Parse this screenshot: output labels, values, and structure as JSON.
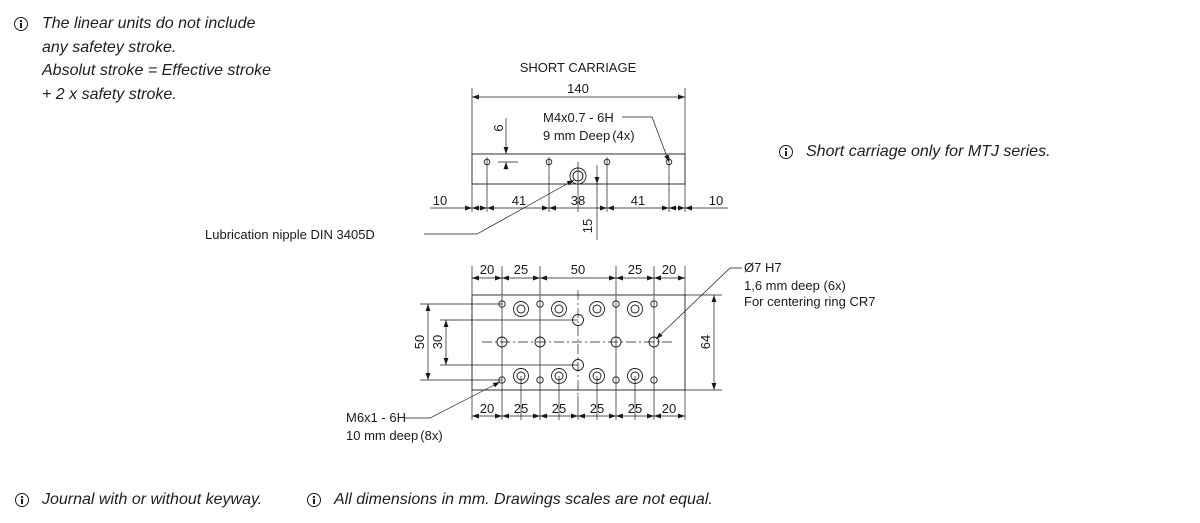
{
  "notes": {
    "safety_stroke": [
      "The linear units do not include",
      "any safetey stroke.",
      "Absolut stroke = Effective stroke",
      "+ 2 x safety stroke."
    ],
    "short_carriage": "Short carriage only for MTJ series.",
    "journal": "Journal with or without keyway.",
    "dimensions": "All dimensions in mm. Drawings scales are not equal."
  },
  "icons": {
    "info": "info-icon"
  },
  "side_view": {
    "title": "SHORT CARRIAGE",
    "overall_length": "140",
    "hole_callout": [
      "M4x0.7 - 6H",
      "9 mm Deep",
      "(4x)"
    ],
    "hole_depth": "6",
    "bottom_dims": [
      "10",
      "41",
      "38",
      "41",
      "10"
    ],
    "nipple_offset": "15",
    "lubrication_label": "Lubrication nipple DIN 3405D"
  },
  "top_view": {
    "top_dims": [
      "20",
      "25",
      "50",
      "25",
      "20"
    ],
    "bottom_dims": [
      "20",
      "25",
      "25",
      "25",
      "25",
      "20"
    ],
    "left_dims": [
      "50",
      "30"
    ],
    "right_dim": "64",
    "centering_callout": [
      "Ø7  H7",
      "1,6 mm deep (6x)",
      "For centering ring CR7"
    ],
    "thread_callout": [
      "M6x1 - 6H",
      "10 mm deep",
      "(8x)"
    ]
  }
}
